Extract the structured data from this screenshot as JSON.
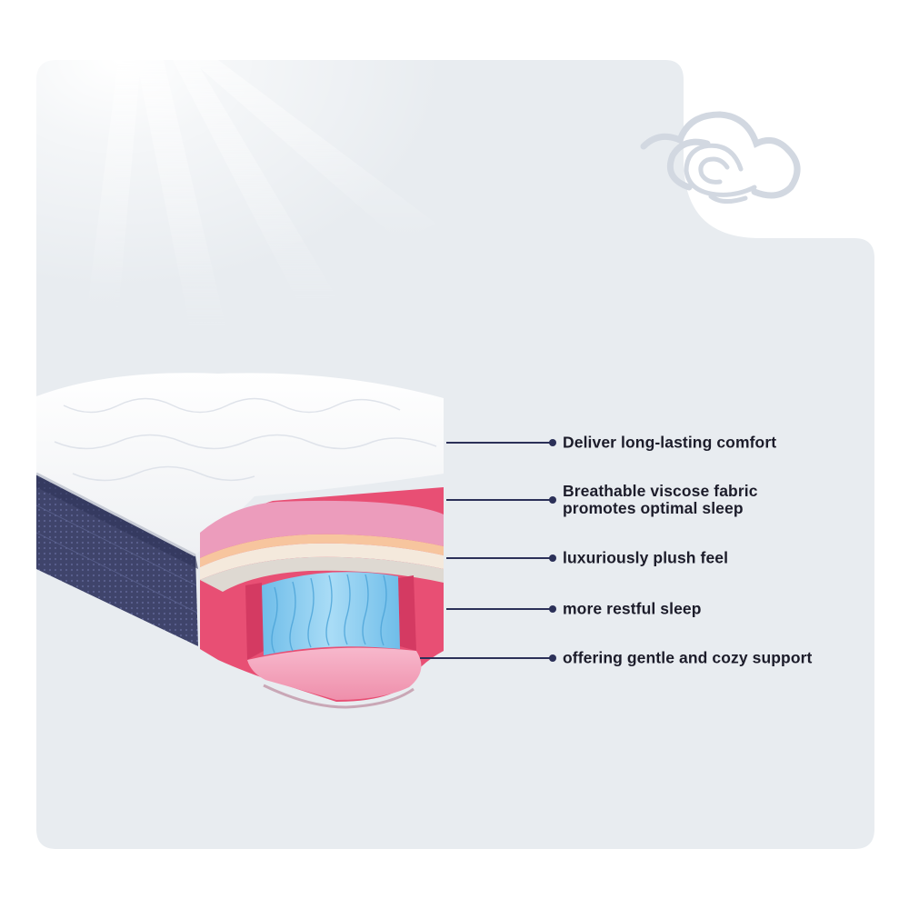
{
  "brand": {
    "logo_icon": "cloud-logo-icon"
  },
  "product": {
    "image_icon": "mattress-cutaway-illustration"
  },
  "colors": {
    "panel_bg": "#e8ecf0",
    "callout_line": "#2b3058",
    "label_text": "#1c1c2a",
    "foam_pink": "#e84f74",
    "coil_blue": "#8fd0f2",
    "side_fabric": "#3d4266"
  },
  "features": [
    {
      "lines": [
        "Deliver long-lasting comfort"
      ]
    },
    {
      "lines": [
        "Breathable viscose fabric",
        "promotes optimal sleep"
      ]
    },
    {
      "lines": [
        "luxuriously plush feel"
      ]
    },
    {
      "lines": [
        "more restful sleep"
      ]
    },
    {
      "lines": [
        "offering gentle and cozy support"
      ]
    }
  ]
}
